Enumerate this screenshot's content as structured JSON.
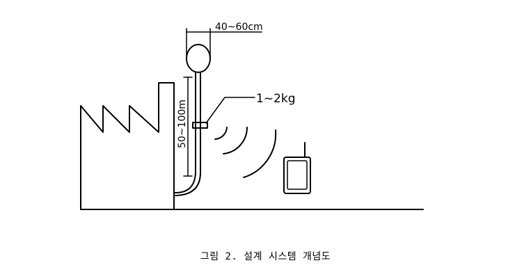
{
  "diagram": {
    "labels": {
      "diameter": "40~60cm",
      "weight": "1~2kg",
      "distance": "50~100m"
    }
  },
  "caption": "그림 2. 설계 시스템 개념도"
}
